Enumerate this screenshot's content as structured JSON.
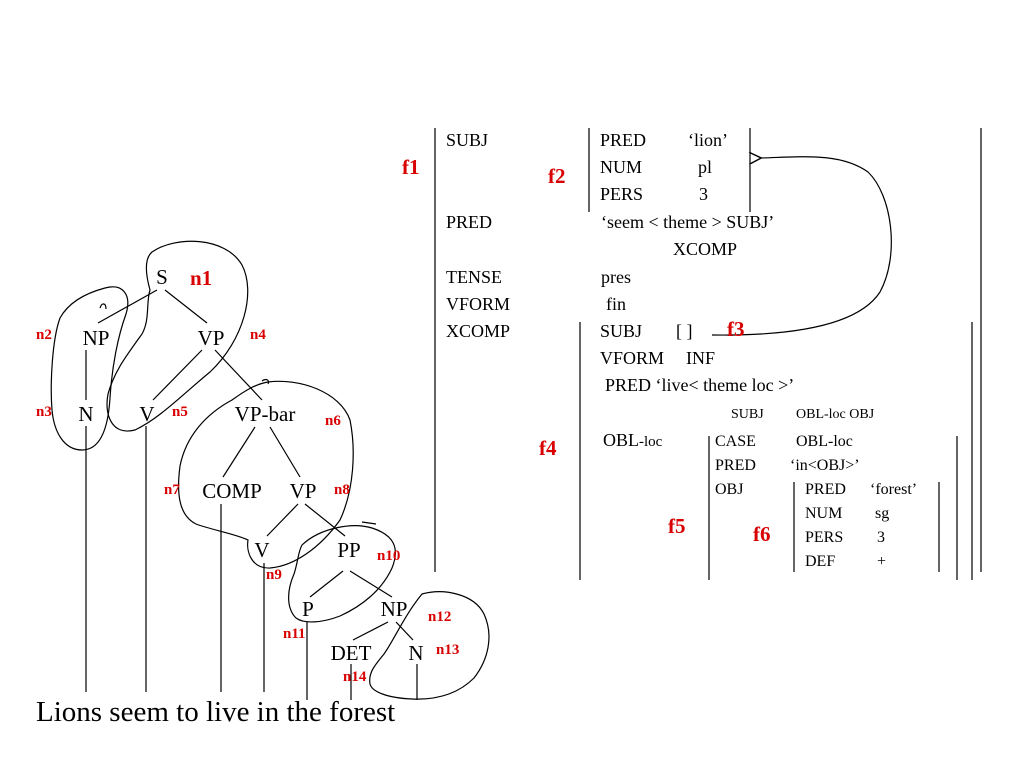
{
  "sentence": "Lions seem to live in the forest",
  "tree": {
    "nodes": {
      "S": "S",
      "NP": "NP",
      "VP": "VP",
      "N1": "N",
      "V1": "V",
      "VPbar": "VP-bar",
      "COMP": "COMP",
      "VP2": "VP",
      "V2": "V",
      "PP": "PP",
      "P": "P",
      "NP2": "NP",
      "DET": "DET",
      "N2": "N"
    },
    "ids": {
      "n1": "n1",
      "n2": "n2",
      "n3": "n3",
      "n4": "n4",
      "n5": "n5",
      "n6": "n6",
      "n7": "n7",
      "n8": "n8",
      "n9": "n9",
      "n10": "n10",
      "n11": "n11",
      "n12": "n12",
      "n13": "n13",
      "n14": "n14"
    }
  },
  "fstruct": {
    "labels": {
      "f1": "f1",
      "f2": "f2",
      "f3": "f3",
      "f4": "f4",
      "f5": "f5",
      "f6": "f6"
    },
    "f1": {
      "subj": "SUBJ",
      "pred": "PRED",
      "tense": "TENSE",
      "vform": "VFORM",
      "xcomp": "XCOMP",
      "pred_val": "‘seem < theme > SUBJ’",
      "pred_val2": "XCOMP",
      "tense_val": "pres",
      "vform_val": "fin"
    },
    "f2": {
      "pred": "PRED",
      "pred_val": "‘lion’",
      "num": "NUM",
      "num_val": "pl",
      "pers": "PERS",
      "pers_val": "3"
    },
    "xcomp": {
      "subj": "SUBJ",
      "subj_val": "[  ]",
      "vform": "VFORM",
      "vform_val": "INF",
      "pred_line": "PRED ‘live< theme   loc >’",
      "arg1": "SUBJ",
      "arg2": "OBL-loc OBJ",
      "obl": "OBL",
      "obl_suffix": "-loc"
    },
    "f5": {
      "case": "CASE",
      "case_val": "OBL-loc",
      "pred": "PRED",
      "pred_val": "‘in<OBJ>’",
      "obj": "OBJ"
    },
    "f6": {
      "pred": "PRED",
      "pred_val": "‘forest’",
      "num": "NUM",
      "num_val": "sg",
      "pers": "PERS",
      "pers_val": "3",
      "def": "DEF",
      "def_val": "+"
    }
  }
}
